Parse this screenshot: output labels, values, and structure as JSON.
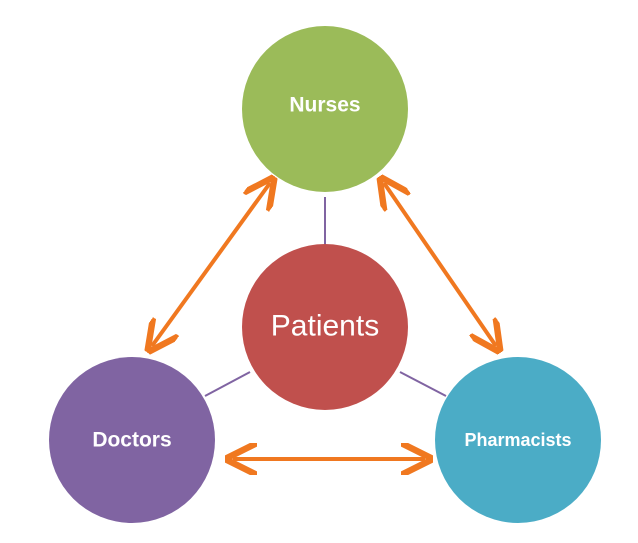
{
  "diagram": {
    "nodes": {
      "nurses": {
        "label": "Nurses",
        "color": "#9bbb59"
      },
      "patients": {
        "label": "Patients",
        "color": "#c0504d"
      },
      "doctors": {
        "label": "Doctors",
        "color": "#8064a2"
      },
      "pharmacists": {
        "label": "Pharmacists",
        "color": "#4bacc6"
      }
    },
    "connector_color": "#8064a2",
    "arrow_color": "#f07820"
  }
}
